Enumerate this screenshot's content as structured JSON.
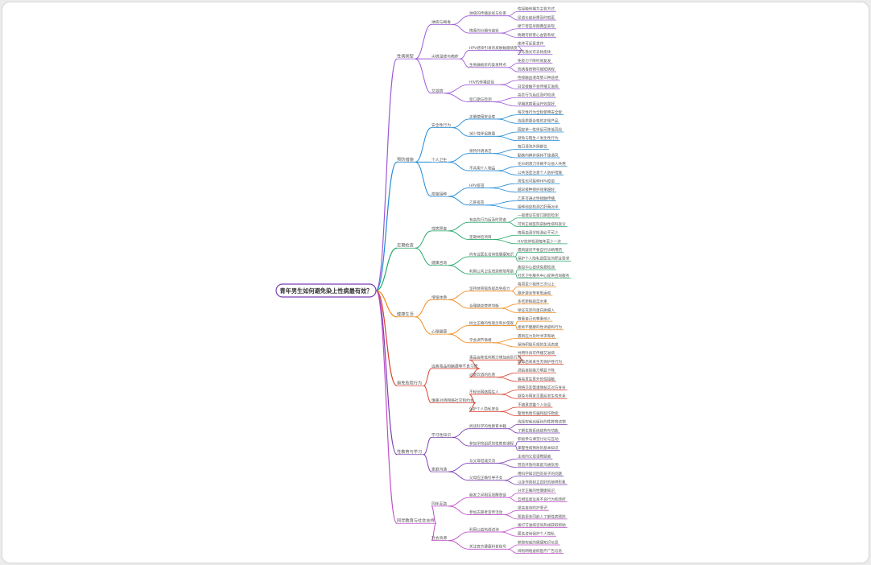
{
  "root": "青年男生如何避免染上性病最有效？",
  "branches": [
    {
      "label": "性病类型",
      "color": "#9b59d6",
      "children": [
        {
          "label": "淋病与梅毒",
          "children": [
            {
              "label": "淋病的传播途径与危害",
              "children": [
                "性接触传播为主要方式",
                "尿道炎症状需及时就医"
              ]
            },
            {
              "label": "梅毒的分期与症状",
              "children": [
                "硬下疳是早期典型表现",
                "晚期可损害心血管系统"
              ]
            }
          ]
        },
        {
          "label": "尖锐湿疣与疱疹",
          "children": [
            {
              "label": "HPV感染引发的皮肤黏膜病变",
              "children": [
                "疣体可反复发作",
                "冷冻激光可去除疣体"
              ]
            },
            {
              "label": "生殖器疱疹的复发特点",
              "children": [
                "免疫力下降时易复发",
                "抗病毒药物可缩短病程"
              ]
            }
          ]
        },
        {
          "label": "艾滋病",
          "children": [
            {
              "label": "HIV的传播途径",
              "children": [
                "性接触血液母婴三种途径",
                "日常接触不会传播艾滋病"
              ]
            },
            {
              "label": "窗口期与检测",
              "children": [
                "高危行为后应及时检测",
                "早期抗病毒治疗效果好"
              ]
            }
          ]
        }
      ]
    },
    {
      "label": "预防措施",
      "color": "#1f8ad6",
      "children": [
        {
          "label": "安全性行为",
          "children": [
            {
              "label": "正确使用安全套",
              "children": [
                "每次性行为全程使用安全套",
                "选择质量合格的正规产品"
              ]
            },
            {
              "label": "减少性伴侣数量",
              "children": [
                "固定单一性伴侣可降低风险",
                "避免与陌生人发生性行为"
              ]
            }
          ]
        },
        {
          "label": "个人卫生",
          "children": [
            {
              "label": "保持外阴清洁",
              "children": [
                "每日清洗外阴部位",
                "勤换内裤并保持干燥通风"
              ]
            },
            {
              "label": "不共用个人物品",
              "children": [
                "毛巾剃须刀牙刷不与他人共用",
                "公共浴室注意个人防护措施"
              ]
            }
          ]
        },
        {
          "label": "疫苗接种",
          "children": [
            {
              "label": "HPV疫苗",
              "children": [
                "男性也可接种HPV疫苗",
                "越早接种保护效果越好"
              ]
            },
            {
              "label": "乙肝疫苗",
              "children": [
                "乙肝可通过性接触传播",
                "接种前应检测乙肝两对半"
              ]
            }
          ]
        }
      ]
    },
    {
      "label": "定期检查",
      "color": "#27a86a",
      "children": [
        {
          "label": "性病筛查",
          "children": [
            {
              "label": "有高危行为后及时筛查",
              "children": [
                "一般建议在窗口期后检测",
                "可到正规医院皮肤性病科就诊"
              ]
            },
            {
              "label": "定期体检项目",
              "children": [
                "梅毒血清学检测必不可少",
                "HIV抗体检测每年至少一次"
              ]
            }
          ]
        },
        {
          "label": "健康咨询",
          "children": [
            {
              "label": "向专业医生咨询性健康知识",
              "children": [
                "遇到疑问不要自行诊断用药",
                "保护个人隐私是医生的职业要求"
              ]
            },
            {
              "label": "利用公共卫生资源获取帮助",
              "children": [
                "疾控中心提供免费检测",
                "社区卫生服务中心提供咨询服务"
              ]
            }
          ]
        }
      ]
    },
    {
      "label": "健康生活",
      "color": "#f08a1c",
      "children": [
        {
          "label": "增强体质",
          "children": [
            {
              "label": "坚持体育锻炼提高免疫力",
              "children": [
                "每周至少锻炼三次以上",
                "跑步游泳等有氧运动"
              ]
            },
            {
              "label": "合理膳食营养均衡",
              "children": [
                "多吃新鲜蔬菜水果",
                "保证充足的蛋白质摄入"
              ]
            }
          ]
        },
        {
          "label": "心理健康",
          "children": [
            {
              "label": "树立正确的性观念和价值观",
              "children": [
                "尊重自己也尊重他人",
                "拒绝不健康的性诱惑和行为"
              ]
            },
            {
              "label": "学会调节情绪",
              "children": [
                "遇到压力及时寻求帮助",
                "保持积极乐观的生活态度"
              ]
            }
          ]
        }
      ]
    },
    {
      "label": "避免危险行为",
      "color": "#d9402e",
      "children": [
        {
          "label": "远离毒品和酗酒等不良习惯",
          "children": [
            {
              "label": "毒品会降低判断力增加高危行为",
              "children": [
                "共用针具可传播艾滋病",
                "吸毒后易发生无保护性行为"
              ]
            },
            {
              "label": "过量饮酒的危害",
              "children": [
                "酒后自控能力明显下降",
                "容易发生意外的性接触"
              ]
            }
          ]
        },
        {
          "label": "慎重对待网络社交和约会",
          "children": [
            {
              "label": "不轻信网络陌生人",
              "children": [
                "网络交友需谨慎核实对方身份",
                "避免与网友见面后发生性关系"
              ]
            },
            {
              "label": "保护个人隐私安全",
              "children": [
                "不随意泄露个人信息",
                "警惕色情诈骗和敲诈勒索"
              ]
            }
          ]
        }
      ]
    },
    {
      "label": "性教育与学习",
      "color": "#7a3fb4",
      "children": [
        {
          "label": "学习性知识",
          "children": [
            {
              "label": "阅读科学的性教育书籍",
              "children": [
                "选择权威出版社的性教育读物",
                "了解生殖系统结构与功能"
              ]
            },
            {
              "label": "参加学校组织的性教育课程",
              "children": [
                "积极参与课堂讨论与互动",
                "掌握性病预防的基本知识"
              ]
            }
          ]
        },
        {
          "label": "家庭沟通",
          "children": [
            {
              "label": "与父母坦诚交流",
              "children": [
                "主动向父母请教疑惑",
                "营造开放的家庭沟通氛围"
              ]
            },
            {
              "label": "父母应正确引导子女",
              "children": [
                "用科学知识回答孩子的问题",
                "以身作则树立良好的榜样形象"
              ]
            }
          ]
        }
      ]
    },
    {
      "label": "同伴教育与社会支持",
      "color": "#c04fc9",
      "children": [
        {
          "label": "同伴互助",
          "children": [
            {
              "label": "朋友之间相互提醒督促",
              "children": [
                "分享正确的性健康知识",
                "互相监督远离不良行为和场所"
              ]
            },
            {
              "label": "参加志愿者宣传活动",
              "children": [
                "提高自身防护意识",
                "帮助更多同龄人了解性病预防"
              ]
            }
          ]
        },
        {
          "label": "社会资源",
          "children": [
            {
              "label": "利用公益热线咨询",
              "children": [
                "拨打艾滋病咨询热线获取帮助",
                "匿名咨询保护个人隐私"
              ]
            },
            {
              "label": "关注官方健康科普账号",
              "children": [
                "获取权威的健康知识信息",
                "辨别网络虚假医疗广告信息"
              ]
            }
          ]
        }
      ]
    }
  ]
}
